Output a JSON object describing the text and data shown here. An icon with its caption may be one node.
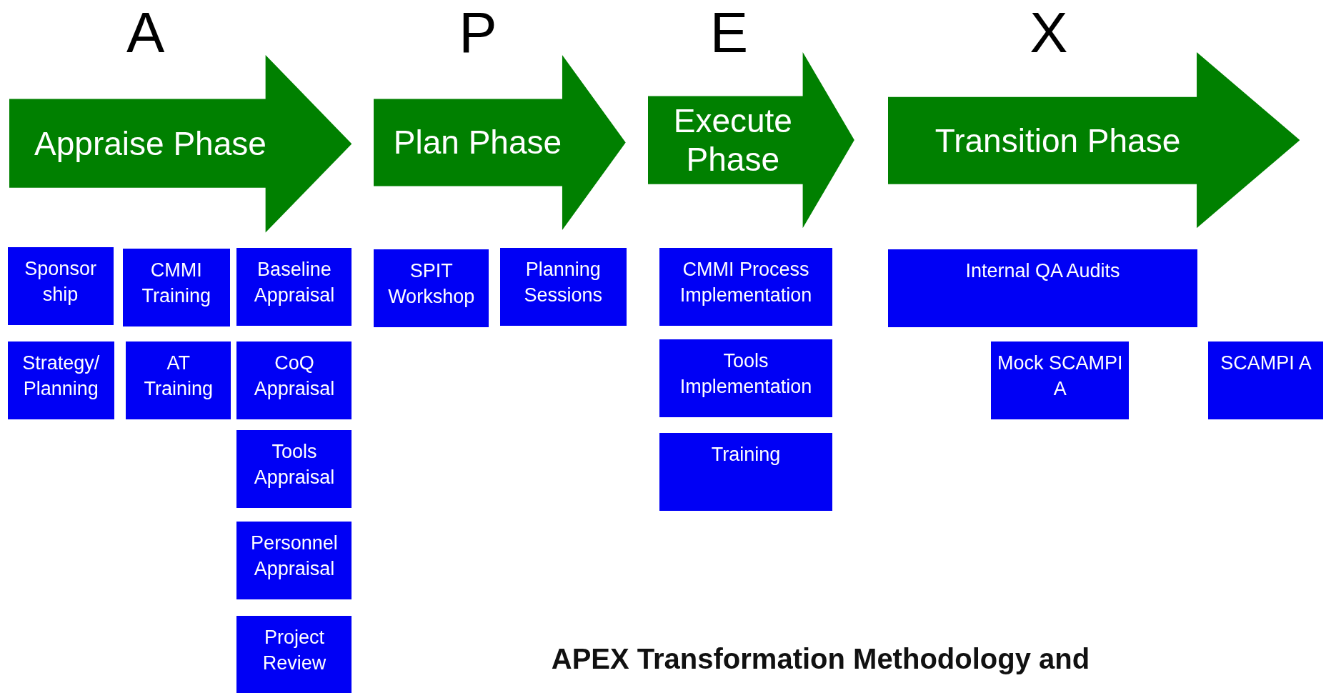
{
  "diagram": {
    "caption": "APEX Transformation Methodology and",
    "nodes": [
      {
        "text": [
          "Appraise Phase"
        ],
        "beside": [
          "A"
        ]
      },
      {
        "text": [
          "Plan Phase"
        ],
        "beside": [
          "P"
        ]
      },
      {
        "text": [
          "Execute Phase"
        ],
        "beside": [
          "E"
        ]
      },
      {
        "text": [
          "Transition Phase"
        ],
        "beside": [
          "X"
        ]
      },
      {
        "text": [
          "Sponsor ship"
        ]
      },
      {
        "text": [
          "CMMI Training"
        ]
      },
      {
        "text": [
          "Baseline Appraisal"
        ]
      },
      {
        "text": [
          "Strategy/ Planning"
        ]
      },
      {
        "text": [
          "AT Training"
        ]
      },
      {
        "text": [
          "CoQ Appraisal"
        ]
      },
      {
        "text": [
          "Tools Appraisal"
        ]
      },
      {
        "text": [
          "Personnel Appraisal"
        ]
      },
      {
        "text": [
          "Project Review"
        ]
      },
      {
        "text": [
          "SPIT Workshop"
        ]
      },
      {
        "text": [
          "Planning Sessions"
        ]
      },
      {
        "text": [
          "CMMI Process Implementation"
        ]
      },
      {
        "text": [
          "Tools Implementation"
        ]
      },
      {
        "text": [
          "Training"
        ]
      },
      {
        "text": [
          "Internal QA Audits"
        ]
      },
      {
        "text": [
          "Mock SCAMPI A"
        ]
      },
      {
        "text": [
          "SCAMPI A"
        ]
      }
    ]
  }
}
